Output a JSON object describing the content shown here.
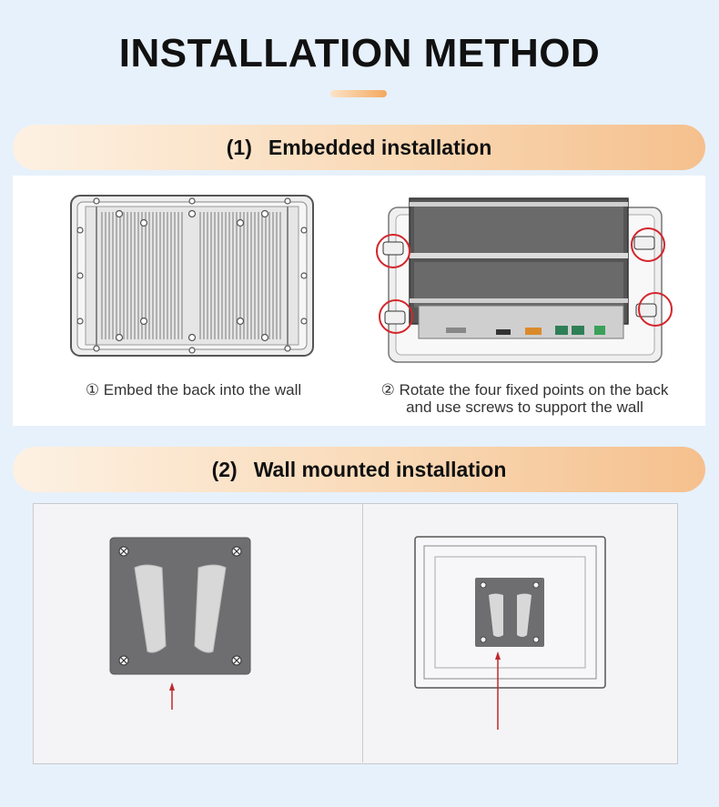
{
  "page": {
    "title": "INSTALLATION METHOD"
  },
  "embedded": {
    "number": "(1)",
    "label": "Embedded installation",
    "step1": "① Embed the back into the wall",
    "step2_line1": "② Rotate the four fixed points on the back",
    "step2_line2": "and use screws to support the wall"
  },
  "wall_mounted": {
    "number": "(2)",
    "label": "Wall mounted installation"
  },
  "colors": {
    "accent_orange": "#f4a85e",
    "highlight_red": "#d4252b",
    "arrow_red": "#c0282c",
    "mount_plate": "#6e6e70"
  }
}
